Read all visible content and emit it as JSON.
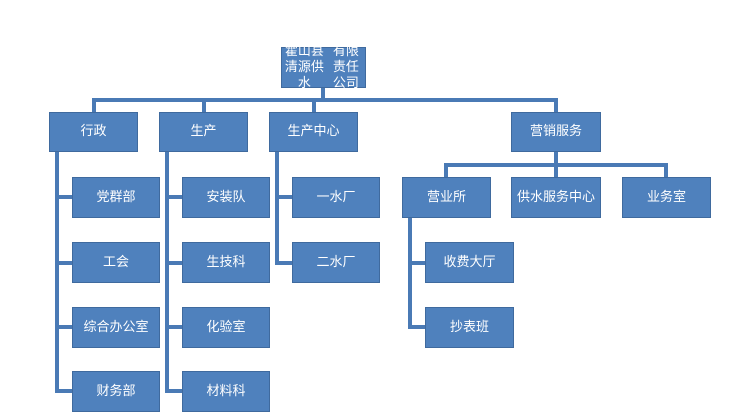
{
  "org_chart": {
    "root": {
      "line1": "霍山县清源供水",
      "line2": "有限责任公司"
    },
    "departments": {
      "admin": "行政",
      "production": "生产",
      "production_center": "生产中心",
      "marketing": "营销服务"
    },
    "admin_units": [
      "党群部",
      "工会",
      "综合办公室",
      "财务部"
    ],
    "production_units": [
      "安装队",
      "生技科",
      "化验室",
      "材料科"
    ],
    "center_units": [
      "一水厂",
      "二水厂"
    ],
    "marketing_units": {
      "business_office": "营业所",
      "water_service_center": "供水服务中心",
      "business_room": "业务室"
    },
    "business_office_units": [
      "收费大厅",
      "抄表班"
    ]
  },
  "colors": {
    "box_fill": "#4f81bd",
    "box_border": "#3f6a9e",
    "connector": "#4a7ab5",
    "text": "#ffffff"
  }
}
